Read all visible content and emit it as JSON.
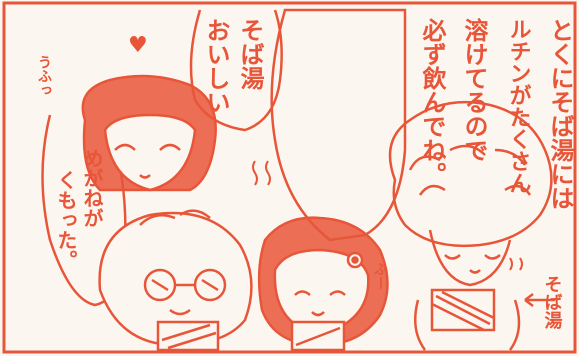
{
  "speech": {
    "mother_line1": "とくにそば湯には",
    "mother_line2": "ルチンがたくさん",
    "mother_line3": "溶けてるので",
    "mother_line4": "必ず飲んでね。",
    "woman_line1": "そば湯",
    "woman_line2": "おいしい",
    "boy_line1": "めがねが",
    "boy_line2": "くもった。"
  },
  "sfx": {
    "fufu": "うふっ",
    "heart": "♥",
    "sobayu_label": "そば湯",
    "fu": "ふー"
  },
  "colors": {
    "ink": "#e8563a",
    "paper": "#fbf7f0"
  }
}
